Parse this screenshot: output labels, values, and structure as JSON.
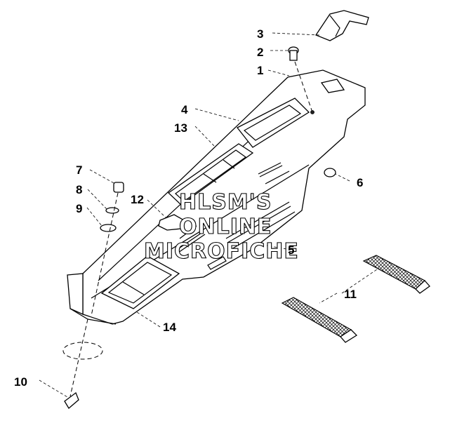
{
  "diagram": {
    "watermark_lines": [
      "HLSM'S",
      "ONLINE",
      "MICROFICHE"
    ],
    "callouts": [
      {
        "id": "callout-1",
        "label": "1"
      },
      {
        "id": "callout-2",
        "label": "2"
      },
      {
        "id": "callout-3",
        "label": "3"
      },
      {
        "id": "callout-4",
        "label": "4"
      },
      {
        "id": "callout-5",
        "label": "5"
      },
      {
        "id": "callout-6",
        "label": "6"
      },
      {
        "id": "callout-7",
        "label": "7"
      },
      {
        "id": "callout-8",
        "label": "8"
      },
      {
        "id": "callout-9",
        "label": "9"
      },
      {
        "id": "callout-10",
        "label": "10"
      },
      {
        "id": "callout-11",
        "label": "11"
      },
      {
        "id": "callout-12",
        "label": "12"
      },
      {
        "id": "callout-13",
        "label": "13"
      },
      {
        "id": "callout-14",
        "label": "14"
      }
    ]
  }
}
